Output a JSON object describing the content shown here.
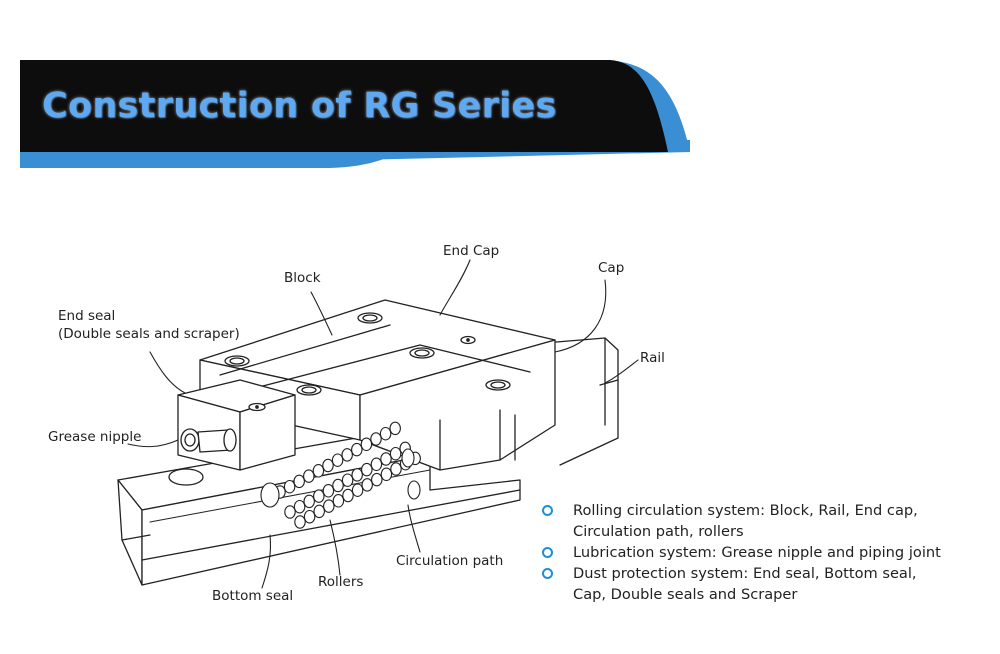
{
  "header": {
    "title": "Construction of RG Series",
    "colors": {
      "bar": "#0d0d0d",
      "accent": "#3a8fd4",
      "title": "#5ea9f2"
    }
  },
  "labels": {
    "end_seal_line1": "End seal",
    "end_seal_line2": "(Double seals and scraper)",
    "block": "Block",
    "end_cap": "End Cap",
    "cap": "Cap",
    "rail": "Rail",
    "grease_nipple": "Grease nipple",
    "circulation_path": "Circulation path",
    "rollers": "Rollers",
    "bottom_seal": "Bottom seal"
  },
  "legend": {
    "bullet_color": "#1e8fd6",
    "items": [
      {
        "line1": "Rolling circulation system: Block, Rail, End cap,",
        "line2": "Circulation path, rollers"
      },
      {
        "line1": "Lubrication system: Grease nipple and piping joint",
        "line2": ""
      },
      {
        "line1": "Dust protection system: End seal, Bottom seal,",
        "line2": "Cap, Double seals and Scraper"
      }
    ]
  }
}
